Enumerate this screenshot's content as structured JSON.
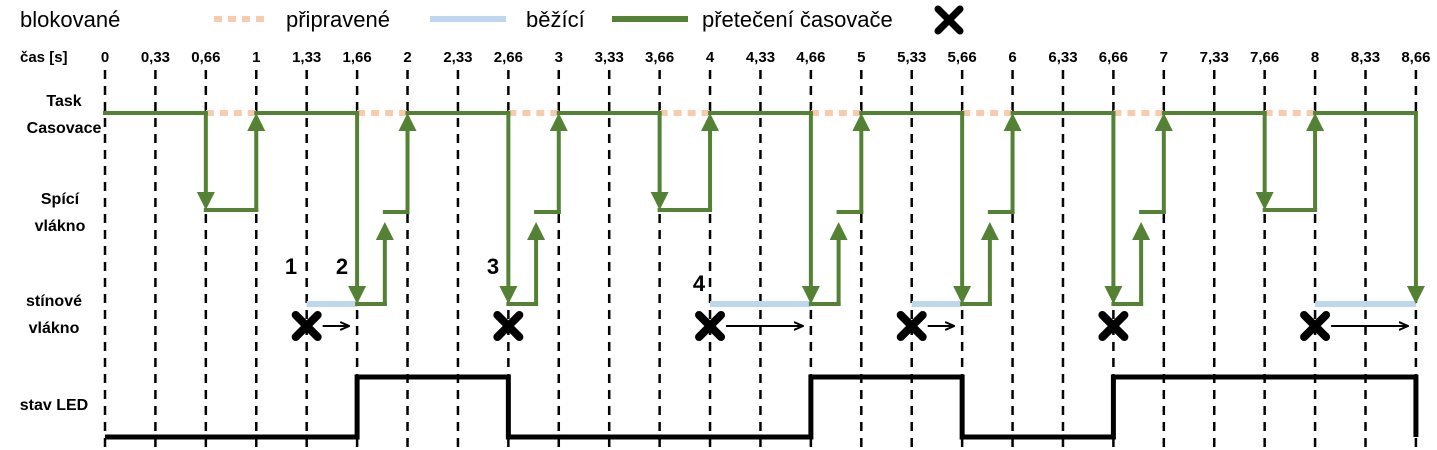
{
  "legend": {
    "blocked": "blokované",
    "ready": "připravené",
    "running": "běžící",
    "overflow": "přetečení časovače"
  },
  "colors": {
    "blocked": "#f8cbad",
    "ready": "#bdd7ee",
    "running": "#548235",
    "led": "#000000",
    "grid": "#000000"
  },
  "time_axis_label": "čas [s]",
  "time_ticks": [
    "0",
    "0,33",
    "0,66",
    "1",
    "1,33",
    "1,66",
    "2",
    "2,33",
    "2,66",
    "3",
    "3,33",
    "3,66",
    "4",
    "4,33",
    "4,66",
    "5",
    "5,33",
    "5,66",
    "6",
    "6,33",
    "6,66",
    "7",
    "7,33",
    "7,66",
    "8",
    "8,33",
    "8,66"
  ],
  "rows": {
    "task": [
      "Task",
      "Casovace"
    ],
    "sleep": [
      "Spící",
      "vlákno"
    ],
    "shadow": [
      "stínové",
      "vlákno"
    ],
    "led": [
      "stav LED"
    ]
  },
  "markers": [
    "1",
    "2",
    "3",
    "4"
  ],
  "task_blocked_intervals": [
    [
      2,
      3
    ],
    [
      5,
      6
    ],
    [
      8,
      9
    ],
    [
      11,
      12
    ],
    [
      14,
      15
    ],
    [
      17,
      18
    ],
    [
      20,
      21
    ],
    [
      23,
      24
    ]
  ],
  "shadow_ready_intervals": [
    [
      4,
      5
    ],
    [
      12,
      14
    ],
    [
      16,
      17
    ],
    [
      24,
      26
    ]
  ],
  "overflow_events": [
    {
      "tick": 4,
      "arrow_to": 5
    },
    {
      "tick": 8
    },
    {
      "tick": 12,
      "arrow_to": 14
    },
    {
      "tick": 16,
      "arrow_to": 17
    },
    {
      "tick": 20
    },
    {
      "tick": 24,
      "arrow_to": 26
    }
  ],
  "led_states": [
    [
      0,
      0
    ],
    [
      5,
      1
    ],
    [
      8,
      0
    ],
    [
      14,
      1
    ],
    [
      17,
      0
    ],
    [
      20,
      1
    ],
    [
      26,
      1
    ]
  ]
}
